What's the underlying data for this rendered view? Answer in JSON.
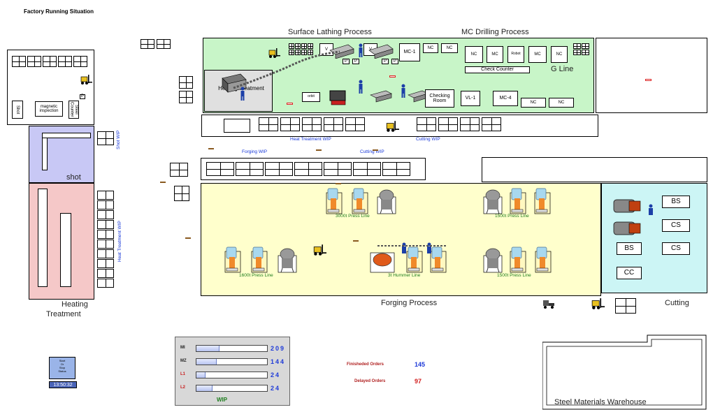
{
  "title": "Factory Running Situation",
  "labels": {
    "surface_lathing": "Surface Lathing Process",
    "mc_drilling": "MC Drilling Process",
    "g_line": "G Line",
    "heating_treatment_1": "Heating",
    "heating_treatment_2": "Treatment",
    "forging_process": "Forging Process",
    "cutting": "Cutting",
    "steel_warehouse": "Steel Materials Warehouse",
    "shot": "shot"
  },
  "wip_labels": {
    "heat_treatment_wip": "Heat Treatment WIP",
    "cutting_wip_top": "Cutting WIP",
    "forging_wip": "Forging WIP",
    "cutting_wip_mid": "Cutting WIP",
    "shot_wip": "Shot WIP",
    "heat_treatment_wip_side": "Heat Treatment WIP"
  },
  "machines": {
    "heating_treatment_box": "Heating Treatment",
    "mc1": "MC-1",
    "nc_a": "NC",
    "nc_b": "NC",
    "nc_c": "NC",
    "mc_a": "MC",
    "robot": "Robot",
    "mc_b": "MC",
    "nc_d": "NC",
    "check_counter": "Check Counter",
    "checking_room": "Checking Room",
    "vl1": "VL-1",
    "mc4": "MC-4",
    "nc_e": "NC",
    "nc_f": "NC",
    "shot_box": "Shot",
    "magnetic": "magnetic inspection",
    "steel_counter": "Steel Counter",
    "bs_1": "BS",
    "cs_1": "CS",
    "bs_2": "BS",
    "cs_2": "CS",
    "cc": "CC"
  },
  "press_lines": {
    "p3000": "3000t Press Line",
    "p1500a": "1500t Press Line",
    "p1600": "1600t Press Line",
    "hammer": "3t Hummer Line",
    "p1500b": "1500t Press Line"
  },
  "wip_panel": {
    "title": "WIP",
    "rows": [
      {
        "label": "MI",
        "value": "209",
        "fill": 0.32,
        "color": "#222222"
      },
      {
        "label": "MZ",
        "value": "144",
        "fill": 0.28,
        "color": "#222222"
      },
      {
        "label": "L1",
        "value": "24",
        "fill": 0.12,
        "color": "#c81e1e"
      },
      {
        "label": "L2",
        "value": "24",
        "fill": 0.22,
        "color": "#c81e1e"
      }
    ]
  },
  "orders": {
    "finished_label": "Finisheded Orders",
    "finished_value": "145",
    "delayed_label": "Delayed Orders",
    "delayed_value": "97"
  },
  "widget": {
    "text1": "Start",
    "text2": "Or",
    "text3": "Stop",
    "text4": "Status",
    "time": "13:50:32"
  },
  "colors": {
    "green_zone": "#c8f5c8",
    "yellow_zone": "#ffffcc",
    "cyan_zone": "#ccf5f5",
    "lavender_zone": "#c8c8f5",
    "pink_zone": "#f5c8c8",
    "wip_text": "#1838d8"
  }
}
